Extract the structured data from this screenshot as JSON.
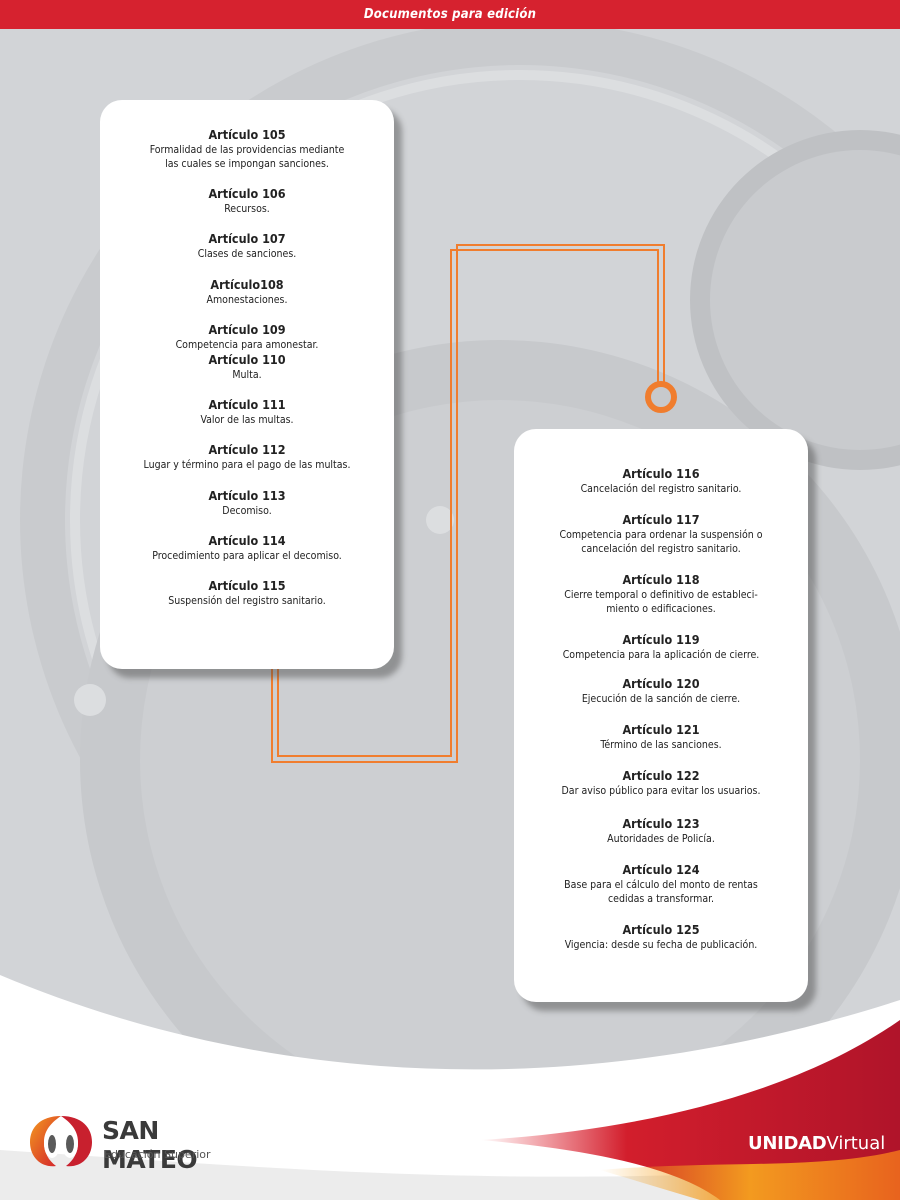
{
  "header": {
    "title": "Documentos para edición"
  },
  "left_card": {
    "entries": [
      {
        "title": "Artículo 105",
        "desc": "Formalidad de las providencias mediante\nlas cuales se impongan sanciones.",
        "gap": 15
      },
      {
        "title": "Artículo 106",
        "desc": "Recursos.",
        "gap": 15
      },
      {
        "title": "Artículo 107",
        "desc": "Clases de sanciones.",
        "gap": 16
      },
      {
        "title": "Artículo108",
        "desc": "Amonestaciones.",
        "gap": 15
      },
      {
        "title": "Artículo 109",
        "desc": "Competencia para amonestar.",
        "gap": 0
      },
      {
        "title": "Artículo 110",
        "desc": "Multa.",
        "gap": 15
      },
      {
        "title": "Artículo 111",
        "desc": "Valor de las multas.",
        "gap": 15
      },
      {
        "title": "Artículo 112",
        "desc": "Lugar y término para el pago de las multas.",
        "gap": 16
      },
      {
        "title": "Artículo 113",
        "desc": "Decomiso.",
        "gap": 15
      },
      {
        "title": "Artículo 114",
        "desc": "Procedimiento para aplicar el decomiso.",
        "gap": 15
      },
      {
        "title": "Artículo 115",
        "desc": "Suspensión del registro sanitario.",
        "gap": 0
      }
    ]
  },
  "right_card": {
    "entries": [
      {
        "title": "Artículo 116",
        "desc": "Cancelación del registro sanitario.",
        "gap": 16
      },
      {
        "title": "Artículo 117",
        "desc": "Competencia para ordenar la suspensión o\ncancelación del registro sanitario.",
        "gap": 16
      },
      {
        "title": "Artículo 118",
        "desc": "Cierre temporal o definitivo de estableci-\nmiento o edificaciones.",
        "gap": 16
      },
      {
        "title": "Artículo 119",
        "desc": "Competencia para la aplicación de cierre.",
        "gap": 14
      },
      {
        "title": "Artículo 120",
        "desc": "Ejecución de la sanción de cierre.",
        "gap": 16
      },
      {
        "title": "Artículo 121",
        "desc": "Término de las sanciones.",
        "gap": 16
      },
      {
        "title": "Artículo 122",
        "desc": "Dar aviso público para evitar los usuarios.",
        "gap": 18
      },
      {
        "title": "Artículo 123",
        "desc": "Autoridades de Policía.",
        "gap": 16
      },
      {
        "title": "Artículo 124",
        "desc": "Base para el cálculo del monto de rentas\ncedidas a transformar.",
        "gap": 16
      },
      {
        "title": "Artículo 125",
        "desc": "Vigencia: desde su fecha de publicación.",
        "gap": 0
      }
    ]
  },
  "footer": {
    "logo_name": "SAN MATEO",
    "logo_sub": "Educación Superior",
    "platform_bold": "UNIDAD",
    "platform_light": "Virtual"
  },
  "colors": {
    "header_red": "#d6222f",
    "connector_orange": "#f07d2e",
    "background_gray": "#d2d4d7"
  }
}
